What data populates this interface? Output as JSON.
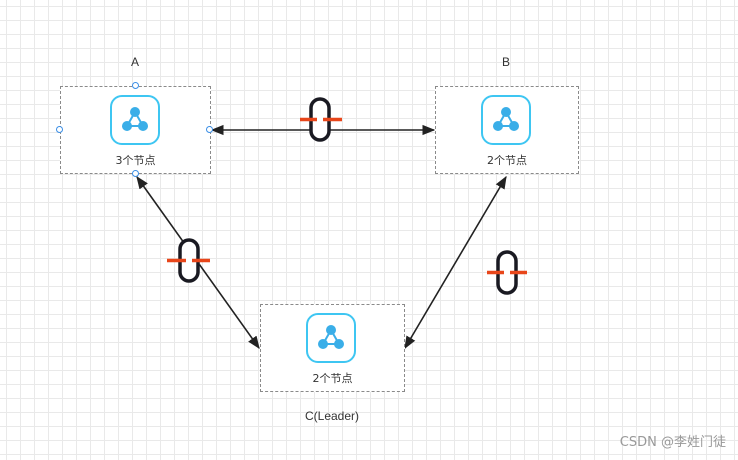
{
  "nodes": {
    "a": {
      "label": "A",
      "count": "3个节点"
    },
    "b": {
      "label": "B",
      "count": "2个节点"
    },
    "c": {
      "label": "C(Leader)",
      "count": "2个节点"
    }
  },
  "edges": [
    {
      "from": "a",
      "to": "b",
      "status": "broken"
    },
    {
      "from": "a",
      "to": "c",
      "status": "broken"
    },
    {
      "from": "b",
      "to": "c",
      "status": "broken"
    }
  ],
  "colors": {
    "icon_border": "#3ec6f2",
    "icon_fill": "#3aaee8",
    "break_mark": "#e8461a",
    "link": "#1a1a22"
  },
  "watermark": "CSDN @李姓门徒"
}
